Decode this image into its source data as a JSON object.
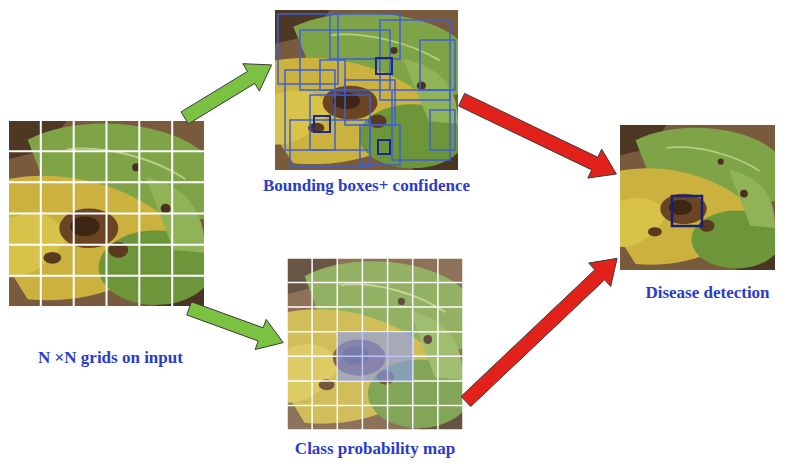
{
  "diagram": {
    "nodes": [
      {
        "text": [
          "N ×N grids on input"
        ]
      },
      {
        "text": [
          "Bounding boxes+ confidence"
        ]
      },
      {
        "text": [
          "Class probability map"
        ]
      },
      {
        "text": [
          "Disease detection"
        ]
      }
    ],
    "edges": [
      {
        "from": 0,
        "to": 1,
        "arrow": "to"
      },
      {
        "from": 0,
        "to": 2,
        "arrow": "to"
      },
      {
        "from": 1,
        "to": 3,
        "arrow": "to"
      },
      {
        "from": 2,
        "to": 3,
        "arrow": "to"
      }
    ]
  }
}
